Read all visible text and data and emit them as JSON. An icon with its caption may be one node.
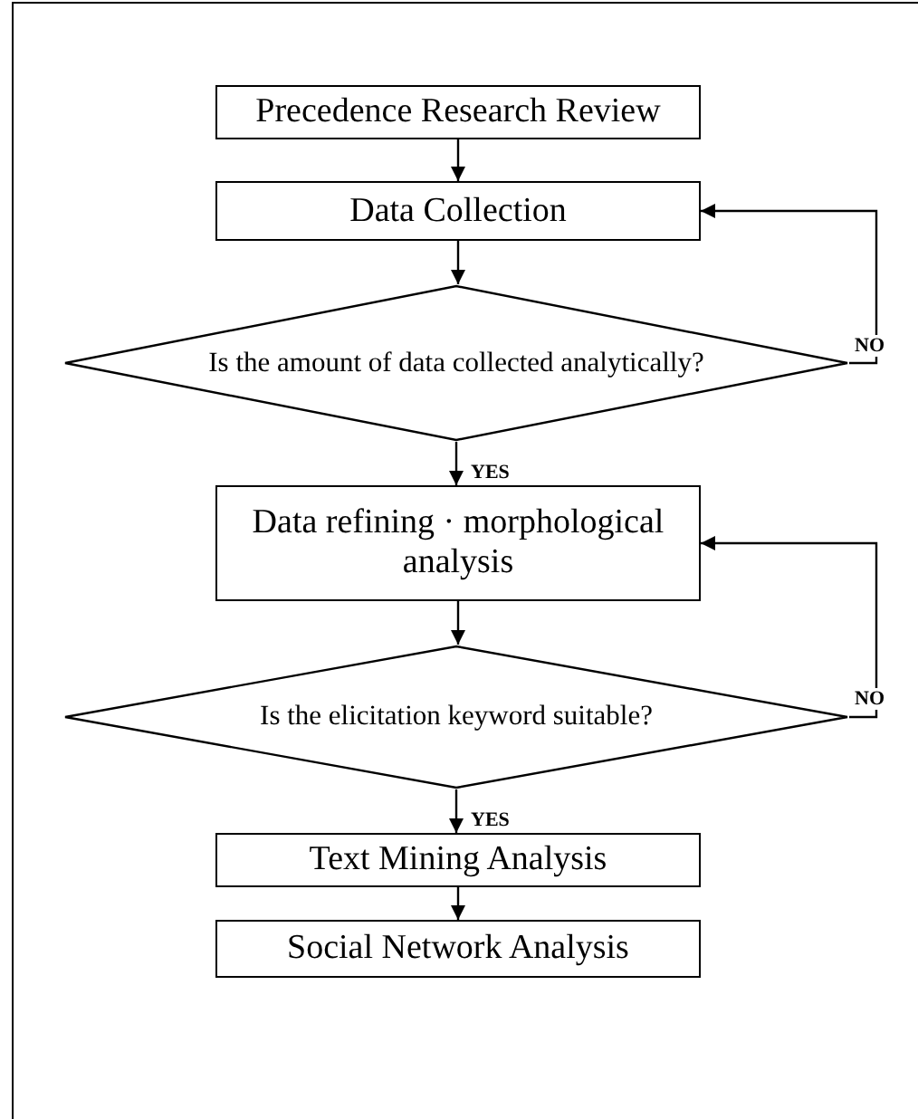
{
  "diagram": {
    "nodes": [
      {
        "text": [
          "Precedence Research Review"
        ]
      },
      {
        "text": [
          "Data Collection"
        ]
      },
      {
        "text": [
          "Is the amount of data collected analytically?"
        ]
      },
      {
        "text": [
          "Data refining · morphological analysis"
        ]
      },
      {
        "text": [
          "Is the elicitation keyword suitable?"
        ]
      },
      {
        "text": [
          "Text Mining Analysis"
        ]
      },
      {
        "text": [
          "Social Network Analysis"
        ]
      }
    ],
    "edges": [
      {
        "from": 0,
        "to": 1,
        "arrow": "to"
      },
      {
        "from": 1,
        "to": 2,
        "arrow": "to"
      },
      {
        "from": 2,
        "to": 3,
        "arrow": "to",
        "label": "YES"
      },
      {
        "from": 2,
        "to": 1,
        "arrow": "to",
        "label": "NO"
      },
      {
        "from": 3,
        "to": 4,
        "arrow": "to"
      },
      {
        "from": 4,
        "to": 3,
        "arrow": "to",
        "label": "NO"
      },
      {
        "from": 4,
        "to": 5,
        "arrow": "to",
        "label": "YES"
      },
      {
        "from": 5,
        "to": 6,
        "arrow": "to"
      }
    ]
  }
}
